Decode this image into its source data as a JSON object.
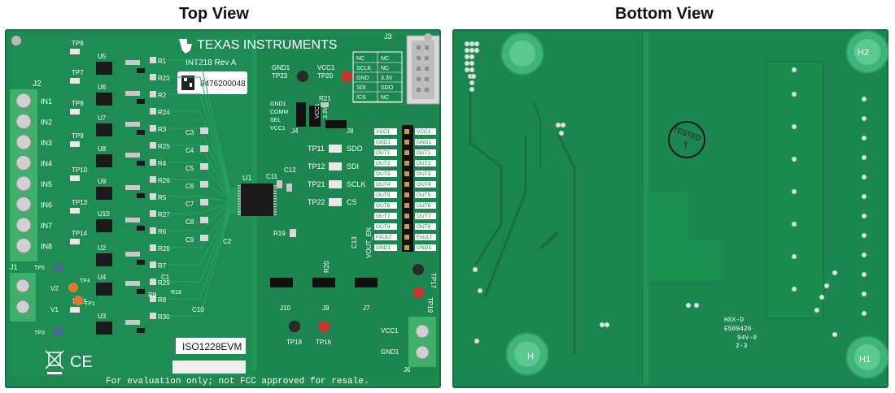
{
  "titles": {
    "top": "Top View",
    "bottom": "Bottom View"
  },
  "top_board": {
    "brand": "TEXAS INSTRUMENTS",
    "board_id": "INT218 Rev A",
    "serial": "8476200048",
    "eval_label": "ISO1228EVM",
    "disclaimer": "For evaluation only; not FCC approved for resale.",
    "connectors": {
      "j1": "J1",
      "j2": "J2",
      "j3": "J3",
      "j4": "J4",
      "j6": "J6",
      "j7": "J7",
      "j8": "J8",
      "j9": "J9",
      "j10": "J10"
    },
    "inputs": [
      "IN1",
      "IN2",
      "IN3",
      "IN4",
      "IN5",
      "IN6",
      "IN7",
      "IN8"
    ],
    "testpoints_left": [
      "TP6",
      "TP7",
      "TP8",
      "TP9",
      "TP10",
      "TP13",
      "TP14",
      "TP15"
    ],
    "u_labels": [
      "U5",
      "U6",
      "U7",
      "U8",
      "U9",
      "U10",
      "U2",
      "U4",
      "U3"
    ],
    "r_labels": [
      "R1",
      "R23",
      "R2",
      "R24",
      "R3",
      "R25",
      "R4",
      "R26",
      "R5",
      "R27",
      "R6",
      "R28",
      "R7",
      "R29",
      "R8",
      "R30"
    ],
    "caps_mid": [
      "C3",
      "C4",
      "C5",
      "C6",
      "C7",
      "C8",
      "C9"
    ],
    "u1": "U1",
    "j3_pins": [
      [
        "NC",
        "NC"
      ],
      [
        "SCLK",
        "NC"
      ],
      [
        "GND",
        "3.3V"
      ],
      [
        "SDI",
        "SDO"
      ],
      [
        "/CS",
        "NC"
      ]
    ],
    "spi_tps": [
      [
        "TP11",
        "SDO"
      ],
      [
        "TP12",
        "SDI"
      ],
      [
        "TP21",
        "SCLK"
      ],
      [
        "TP22",
        "CS"
      ]
    ],
    "out_labels": [
      "VCC1",
      "GND1",
      "OUT1",
      "OUT2",
      "OUT3",
      "OUT4",
      "OUT5",
      "OUT6",
      "OUT7",
      "OUT8",
      "FAULT",
      "GND1"
    ],
    "gnd1_tp23": [
      "GND1",
      "TP23"
    ],
    "vcc1_tp20": [
      "VCC1",
      "TP20"
    ],
    "j4_labels": [
      "GND1",
      "COMM",
      "SEL",
      "VCC1"
    ],
    "r21": "R21",
    "v33": "3.3V",
    "vcc1": "VCC1",
    "c11": "C11",
    "c12": "C12",
    "r19": "R19",
    "c13": "C13",
    "vout_en": "VOUT_EN",
    "r20": "R20",
    "tp17": "TP17",
    "tp19": "TP19",
    "tp18": "TP18",
    "tp16": "TP16",
    "j6_vcc1": "VCC1",
    "j6_gnd1": "GND1",
    "tp5": "TP5",
    "tp4": "TP4",
    "tp1": "TP1",
    "tp3": "TP3",
    "v1": "V1",
    "v2": "V2",
    "c1": "C1",
    "c2": "C2",
    "c10": "C10",
    "r9": "R9",
    "r18": "R18",
    "ce": "CE"
  },
  "bottom_board": {
    "h1": "H1",
    "h2": "H2",
    "h_left": "H",
    "stamp": "TESTED",
    "stamp2": "T",
    "marking1": "HSX-D",
    "marking2": "E509426",
    "marking3": "94V-0",
    "marking4": "2-3"
  },
  "colors": {
    "pcb": "#1e8a52",
    "silk": "#ffffff",
    "header": "#c9c9c9",
    "terminal": "#3fb06b"
  }
}
